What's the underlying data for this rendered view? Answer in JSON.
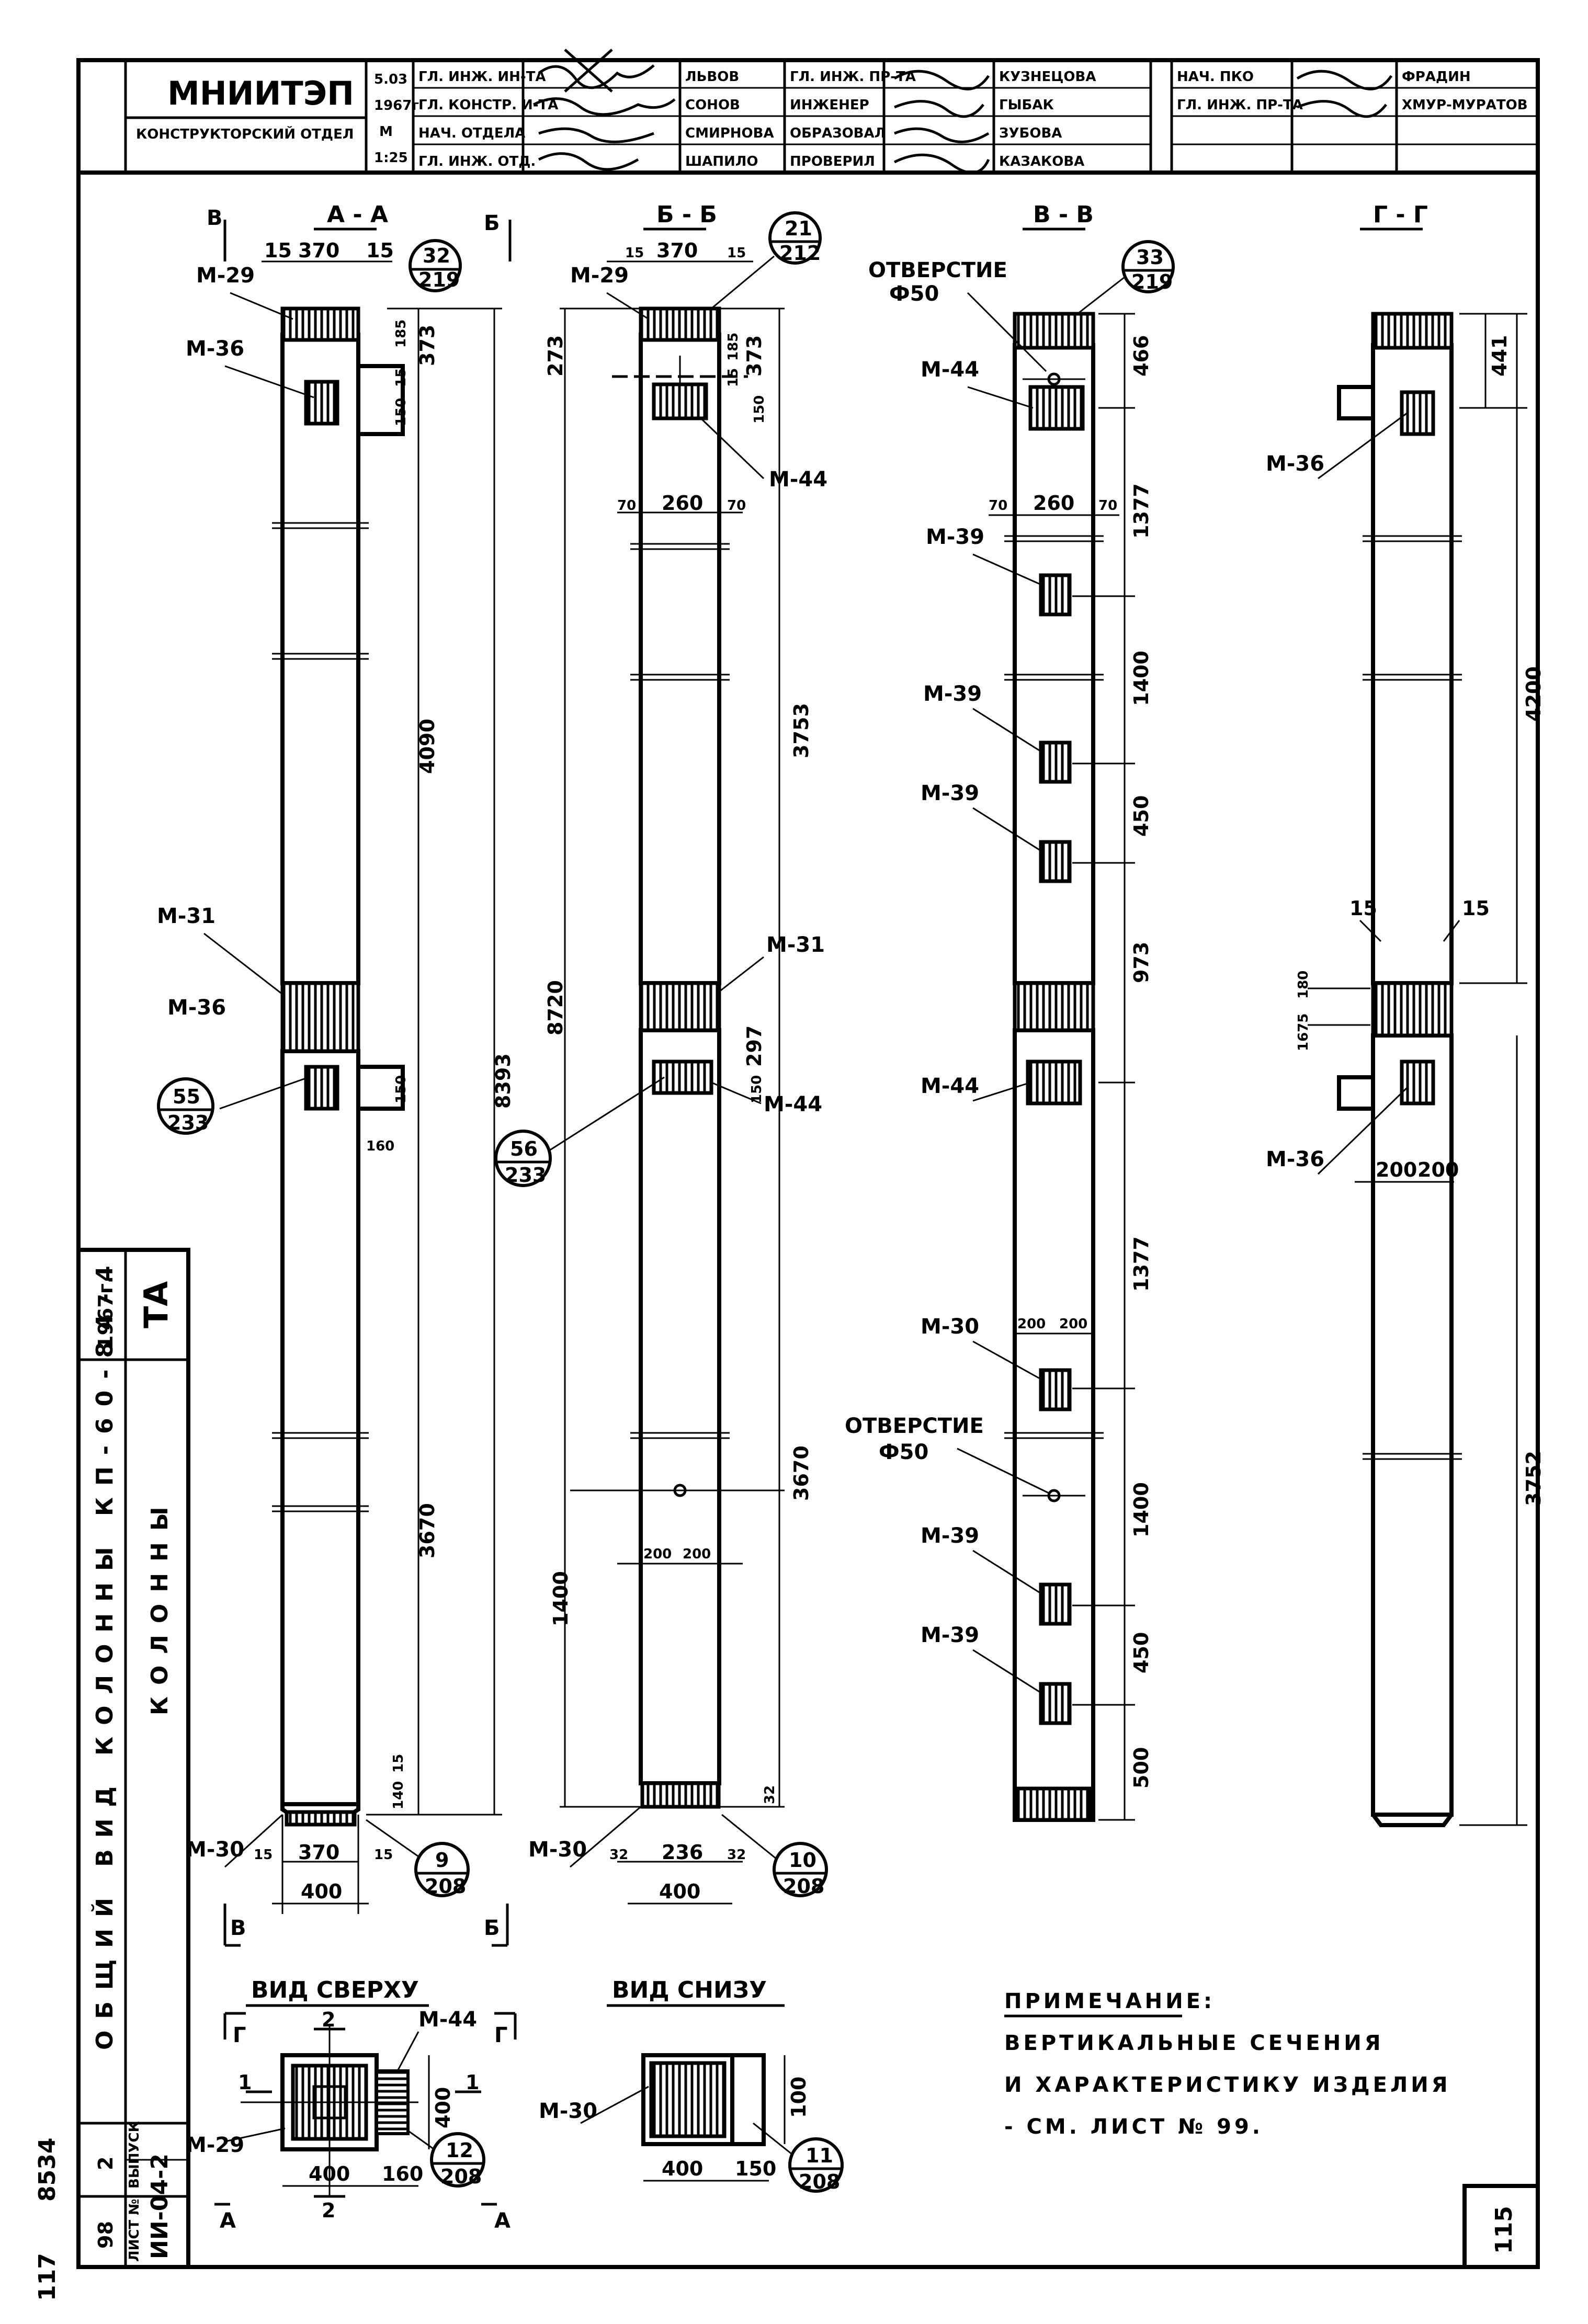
{
  "title_block": {
    "org": "МНИИТЭП",
    "dept": "КОНСТРУКТОРСКИЙ ОТДЕЛ",
    "sheet_code": "5.03",
    "year": "1967г",
    "scale_label": "М",
    "scale": "1:25",
    "roles": [
      "ГЛ. ИНЖ. ИН-ТА",
      "ГЛ. КОНСТР. И-ТА",
      "НАЧ. ОТДЕЛА",
      "ГЛ. ИНЖ. ОТД."
    ],
    "names": [
      "ЛЬВОВ",
      "СОНОВ",
      "СМИРНОВА",
      "ШАПИЛО"
    ],
    "roles2": [
      "ГЛ. ИНЖ. ПР-ТА",
      "ИНЖЕНЕР",
      "ОБРАЗОВАЛ",
      "ПРОВЕРИЛ"
    ],
    "names2": [
      "КУЗНЕЦОВА",
      "ГЫБАК",
      "ЗУБОВА",
      "КАЗАКОВА"
    ],
    "roles3": [
      "НАЧ. ПКО",
      "ГЛ. ИНЖ. ПР-ТА"
    ],
    "names3": [
      "ФРАДИН",
      "ХМУР-МУРАТОВ"
    ]
  },
  "side_block": {
    "code": "ТА",
    "year": "1967г.",
    "doc_title": "ОБЩИЙ ВИД КОЛОННЫ КП-60-84-4",
    "doc_kind": "КОЛОННЫ",
    "series": "ИИ-04-2",
    "issue_label": "ВЫПУСК",
    "issue": "2",
    "sheet_label": "ЛИСТ №",
    "sheet": "98",
    "stamp": "8534",
    "page": "117"
  },
  "sections": {
    "aa": "А - А",
    "bb": "Б - Б",
    "vv": "В - В",
    "gg": "Г - Г"
  },
  "views": {
    "top": "ВИД СВЕРХУ",
    "bottom": "ВИД СНИЗУ"
  },
  "marks": {
    "m29": "М-29",
    "m36": "М-36",
    "m31": "М-31",
    "m30": "М-30",
    "m44": "М-44",
    "m39": "М-39"
  },
  "hole": {
    "label": "ОТВЕРСТИЕ",
    "dia": "Ф50"
  },
  "dims_aa": {
    "w370": "370",
    "e15": "15",
    "d185": "185",
    "d373": "373",
    "d15": "15",
    "d150": "150",
    "d4090": "4090",
    "d8393": "8393",
    "d150b": "150",
    "d160": "160",
    "d3670": "3670",
    "d140": "140",
    "d15b": "15",
    "w400": "400"
  },
  "dims_bb": {
    "w370": "370",
    "e15": "15",
    "d273": "273",
    "d185": "185",
    "d373": "373",
    "d15": "15",
    "d150": "150",
    "w70": "70",
    "w260": "260",
    "d3753": "3753",
    "d8720": "8720",
    "d297": "297",
    "d150b": "150",
    "d3670": "3670",
    "w200": "200",
    "d1400": "1400",
    "d32": "32",
    "w236": "236",
    "w400": "400"
  },
  "dims_vv": {
    "d466": "466",
    "w70": "70",
    "w260": "260",
    "d1377": "1377",
    "d1400": "1400",
    "d450": "450",
    "d973": "973",
    "d1377b": "1377",
    "w200": "200",
    "d1400b": "1400",
    "d450b": "450",
    "d500": "500"
  },
  "dims_gg": {
    "d441": "441",
    "d4200": "4200",
    "d15": "15",
    "d180": "180",
    "d167": "1675",
    "w200": "200",
    "d3752": "3752"
  },
  "dims_views": {
    "w400": "400",
    "w160": "160",
    "h400": "400",
    "w400b": "400",
    "w150": "150",
    "h100": "100",
    "cut1": "1",
    "cut2": "2",
    "cutA": "А",
    "cutB": "Б",
    "cutV": "В",
    "cutG": "Г"
  },
  "callouts": {
    "c1": {
      "top": "32",
      "bot": "219"
    },
    "c2": {
      "top": "21",
      "bot": "212"
    },
    "c3": {
      "top": "33",
      "bot": "219"
    },
    "c4": {
      "top": "55",
      "bot": "233"
    },
    "c5": {
      "top": "56",
      "bot": "233"
    },
    "c6": {
      "top": "9",
      "bot": "208"
    },
    "c7": {
      "top": "10",
      "bot": "208"
    },
    "c8": {
      "top": "12",
      "bot": "208"
    },
    "c9": {
      "top": "11",
      "bot": "208"
    }
  },
  "note": {
    "heading": "ПРИМЕЧАНИЕ:",
    "line1": "ВЕРТИКАЛЬНЫЕ СЕЧЕНИЯ",
    "line2": "И ХАРАКТЕРИСТИКУ ИЗДЕЛИЯ",
    "line3": "- СМ. ЛИСТ № 99."
  },
  "corner_num": "115"
}
